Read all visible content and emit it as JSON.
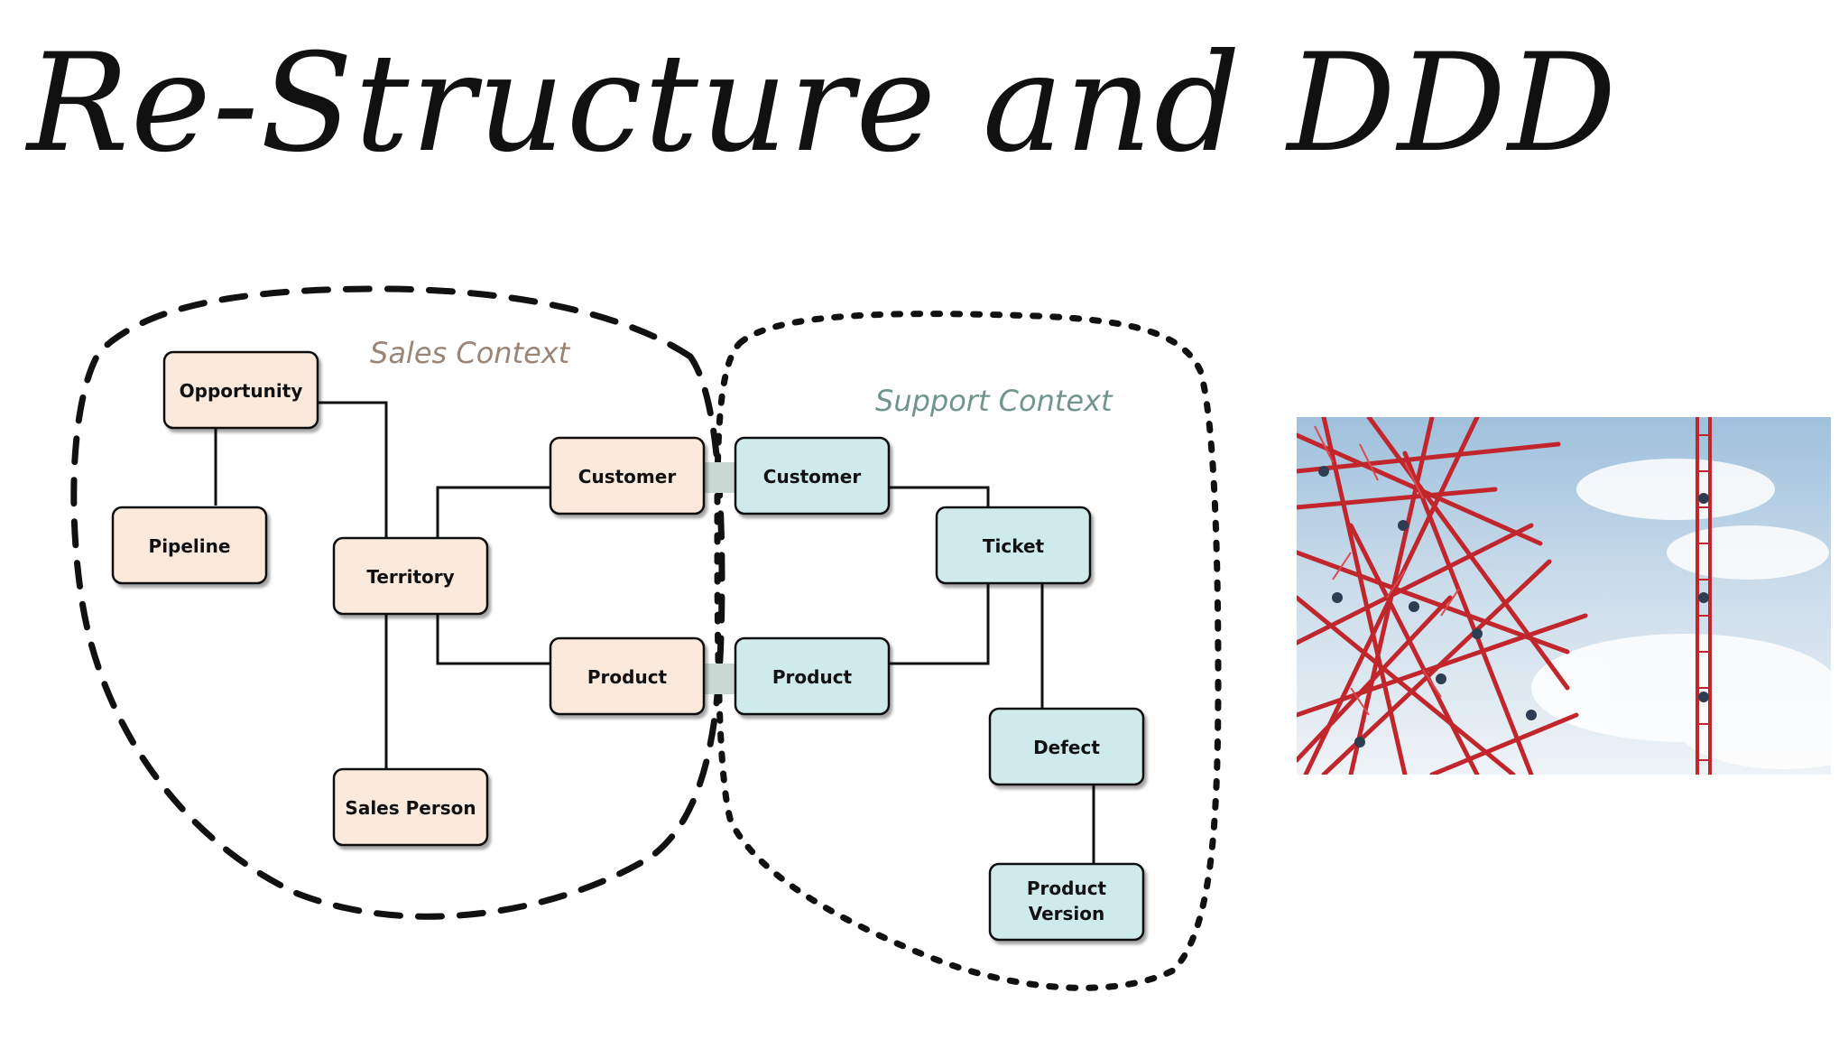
{
  "title": "Re-Structure and DDD",
  "contexts": {
    "sales": {
      "label": "Sales Context",
      "color": "#9a8577"
    },
    "support": {
      "label": "Support Context",
      "color": "#6f958e"
    }
  },
  "colors": {
    "sales_fill": "#fbe9dc",
    "support_fill": "#cfeaea",
    "connector_fill": "#c8d7d2"
  },
  "nodes": {
    "opportunity": [
      "Opportunity"
    ],
    "pipeline": [
      "Pipeline"
    ],
    "territory": [
      "Territory"
    ],
    "sales_customer": [
      "Customer"
    ],
    "sales_product": [
      "Product"
    ],
    "sales_person": [
      "Sales Person"
    ],
    "support_customer": [
      "Customer"
    ],
    "ticket": [
      "Ticket"
    ],
    "support_product": [
      "Product"
    ],
    "defect": [
      "Defect"
    ],
    "product_version": [
      "Product",
      "Version"
    ]
  },
  "illustration": {
    "icon": "tangled-ladders-illustration"
  }
}
